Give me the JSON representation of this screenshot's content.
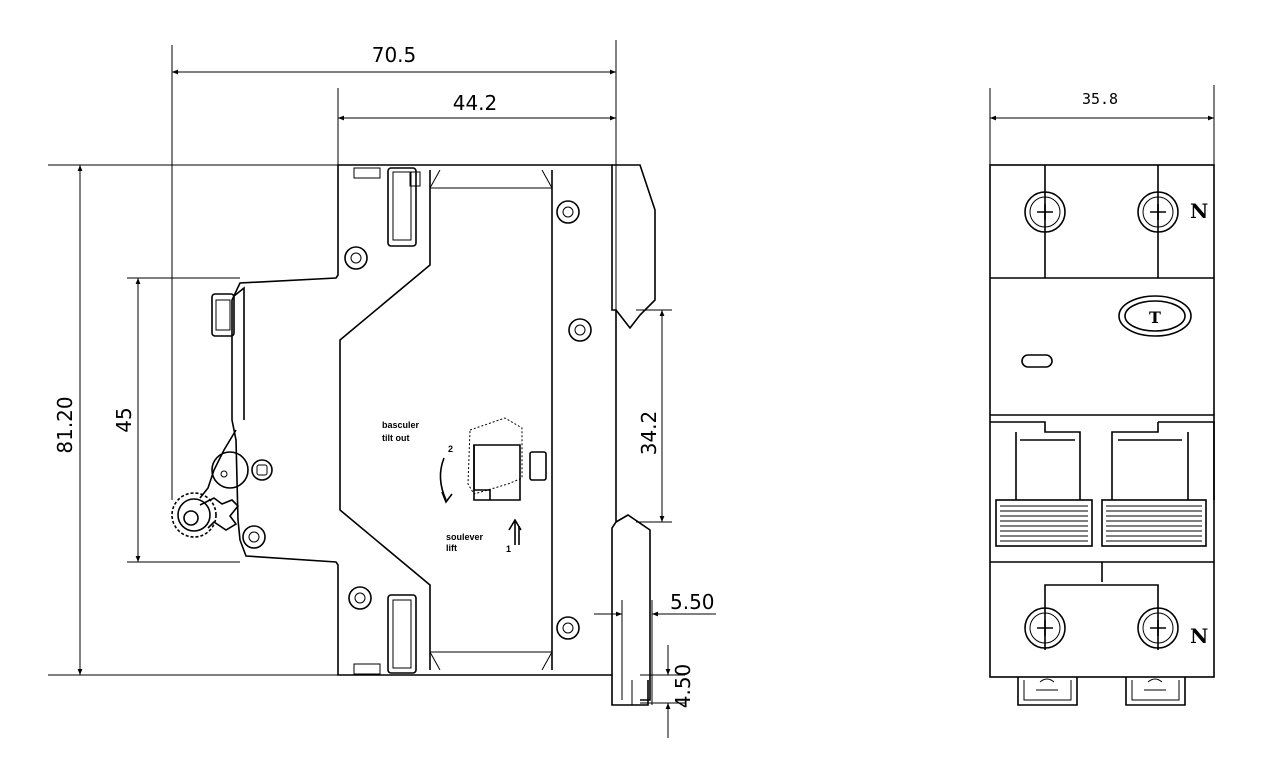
{
  "side_view": {
    "dimensions": {
      "overall_width": "70.5",
      "body_width": "44.2",
      "overall_height": "81.20",
      "front_height": "45",
      "rail_height": "34.2",
      "clip_offset": "5.50",
      "clip_depth": "4.50"
    },
    "labels": {
      "tilt_fr": "basculer",
      "tilt_en": "tilt out",
      "lift_fr": "soulever",
      "lift_en": "lift",
      "step_1": "1",
      "step_2": "2"
    }
  },
  "front_view": {
    "dimensions": {
      "width": "35.8"
    },
    "pole_top": "N",
    "pole_bottom": "N",
    "test_button": "T"
  }
}
